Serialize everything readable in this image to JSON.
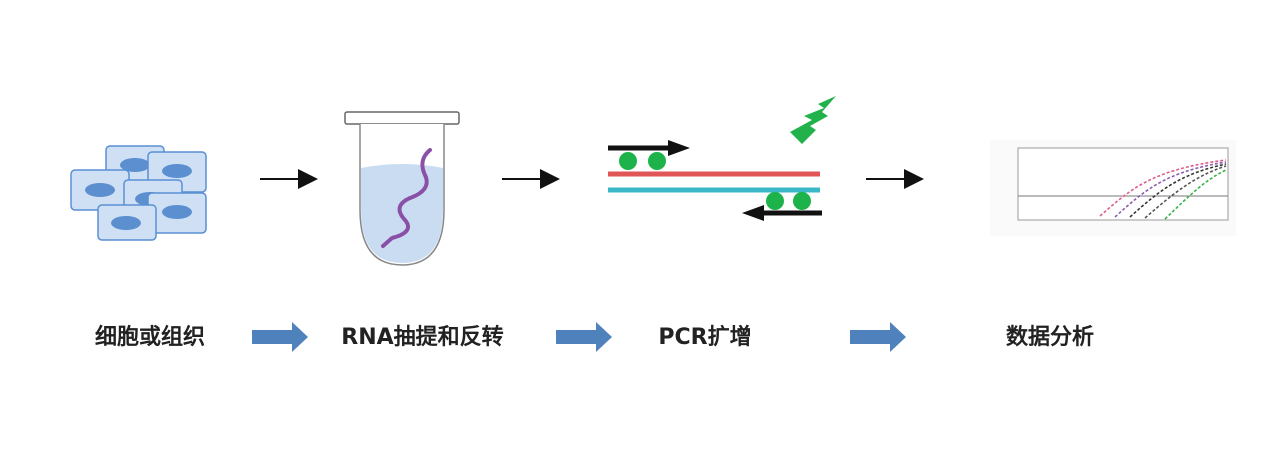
{
  "steps": [
    {
      "label": "细胞或组织",
      "icon": "cells-icon"
    },
    {
      "label": "RNA抽提和反转",
      "icon": "tube-icon"
    },
    {
      "label": "PCR扩增",
      "icon": "pcr-icon"
    },
    {
      "label": "数据分析",
      "icon": "amplification-chart-icon"
    }
  ],
  "colors": {
    "cell_fill": "#cfe0f5",
    "cell_border": "#5a8fd4",
    "nucleus": "#5b8fd0",
    "tube_liquid": "#c9dcf2",
    "rna": "#8a4fa6",
    "strand_red": "#e05656",
    "strand_teal": "#3ab8c8",
    "primer_green": "#1db34a",
    "fluor_green": "#22b24c",
    "block_arrow": "#4f81bd"
  }
}
